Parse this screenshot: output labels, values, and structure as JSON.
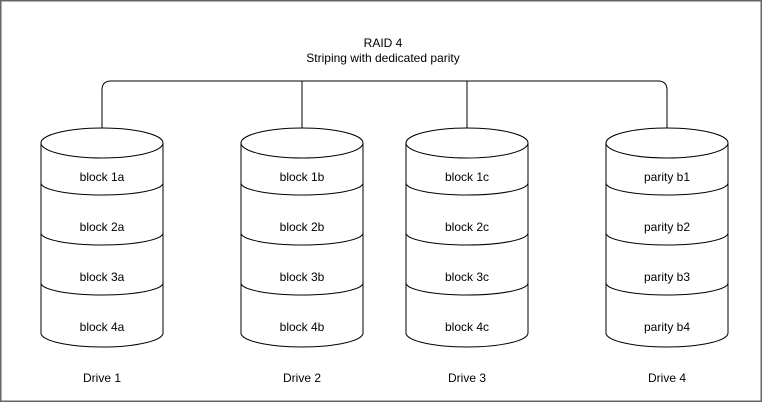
{
  "diagram": {
    "title": "RAID 4",
    "subtitle": "Striping with dedicated parity",
    "drives": [
      {
        "label": "Drive 1",
        "blocks": [
          "block 1a",
          "block 2a",
          "block 3a",
          "block 4a"
        ]
      },
      {
        "label": "Drive 2",
        "blocks": [
          "block 1b",
          "block 2b",
          "block 3b",
          "block 4b"
        ]
      },
      {
        "label": "Drive 3",
        "blocks": [
          "block 1c",
          "block 2c",
          "block 3c",
          "block 4c"
        ]
      },
      {
        "label": "Drive 4",
        "blocks": [
          "parity b1",
          "parity b2",
          "parity b3",
          "parity b4"
        ]
      }
    ],
    "colors": {
      "stroke": "#000000",
      "fill": "#ffffff",
      "border": "#666666",
      "background": "#ffffff"
    }
  }
}
